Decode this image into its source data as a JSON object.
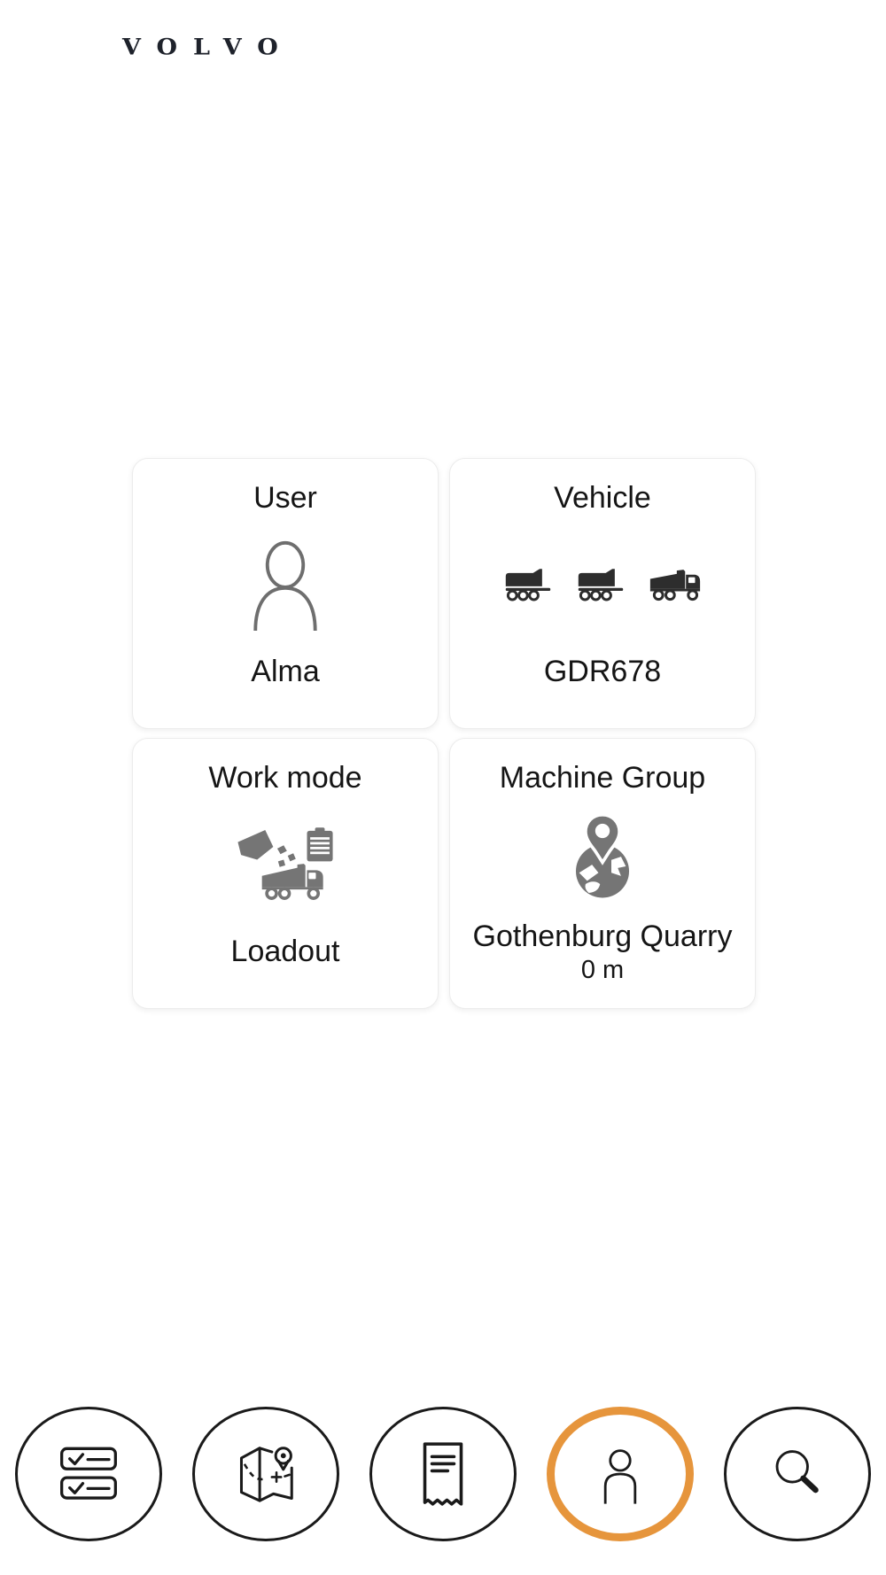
{
  "brand": {
    "logo_text": "VOLVO",
    "menu_icon": "hamburger-icon"
  },
  "cards": {
    "user": {
      "title": "User",
      "value": "Alma",
      "icon": "person-outline-icon"
    },
    "vehicle": {
      "title": "Vehicle",
      "value": "GDR678",
      "icons": [
        "trailer-icon",
        "trailer-icon",
        "dump-truck-icon"
      ]
    },
    "work_mode": {
      "title": "Work mode",
      "value": "Loadout",
      "icon": "loadout-bucket-truck-clipboard-icon"
    },
    "machine_group": {
      "title": "Machine Group",
      "value": "Gothenburg Quarry",
      "distance": "0 m",
      "icon": "globe-location-pin-icon"
    }
  },
  "bottom_nav": {
    "items": [
      {
        "name": "checklist",
        "icon": "checklist-icon",
        "active": false
      },
      {
        "name": "map",
        "icon": "map-pin-icon",
        "active": false
      },
      {
        "name": "receipt",
        "icon": "receipt-icon",
        "active": false
      },
      {
        "name": "profile",
        "icon": "person-icon",
        "active": true
      },
      {
        "name": "search",
        "icon": "search-icon",
        "active": false
      }
    ],
    "active_color": "#e6953c"
  },
  "colors": {
    "accent_orange": "#e6953c",
    "card_border": "#ececec",
    "icon_dark": "#2d2d2d",
    "icon_gray": "#757575",
    "outline_gray": "#6e6e6e",
    "nav_stroke": "#1a1a1a",
    "text": "#151515"
  }
}
